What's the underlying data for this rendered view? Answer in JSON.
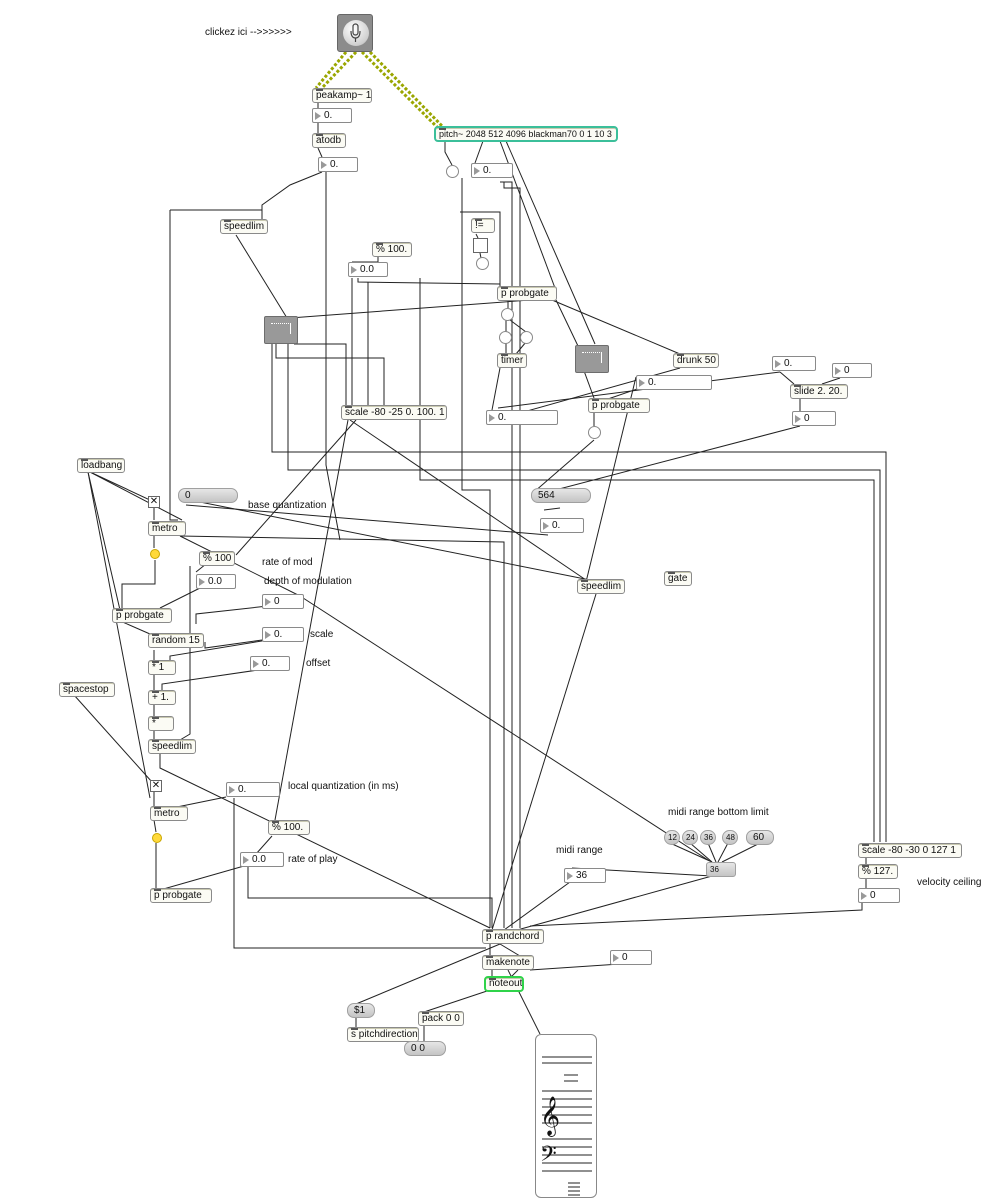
{
  "comments": {
    "click_here": "clickez ici -->>>>>>",
    "base_quantization": "base quantization",
    "rate_of_mod": "rate of mod",
    "depth_of_modulation": "depth of modulation",
    "scale": "scale",
    "offset": "offset",
    "local_quantization": "local quantization (in ms)",
    "rate_of_play": "rate of play",
    "midi_range_bottom_limit": "midi range bottom limit",
    "midi_range": "midi range",
    "velocity_ceiling": "velocity ceiling"
  },
  "objects": {
    "peakamp": "peakamp~ 1",
    "atodb": "atodb",
    "pitch": "pitch~ 2048 512 4096 blackman70 0 1 10 3",
    "speedlim_top": "speedlim",
    "mod_100_top": "% 100.",
    "neq": "!=",
    "probgate_mid": "p probgate",
    "timer": "timer",
    "drunk": "drunk 50",
    "probgate_right": "p probgate",
    "slide": "slide 2. 20.",
    "scale_main": "scale -80 -25 0. 100. 1",
    "loadbang": "loadbang",
    "metro_top": "metro",
    "mod_100_left": "% 100",
    "probgate_left": "p probgate",
    "random": "random 15",
    "mul": "* 1",
    "add": "+ 1.",
    "star": "*",
    "speedlim_left": "speedlim",
    "spacestop": "spacestop",
    "metro_bottom": "metro",
    "mod_100_bottom": "% 100.",
    "probgate_bottom": "p probgate",
    "speedlim_center": "speedlim",
    "gate": "gate",
    "scale_velocity": "scale -80 -30 0 127 1",
    "mod_127": "% 127.",
    "randchord": "p randchord",
    "makenote": "makenote",
    "noteout": "noteout",
    "pack": "pack 0 0",
    "send_pitchdirection": "s pitchdirection"
  },
  "numbers": {
    "peakamp_out": "0.",
    "atodb_out": "0.",
    "pitch_out": "0.",
    "mod_top_out": "0.0",
    "timer_out": "0.",
    "probgate_right_in": "0.",
    "drunk_out": "0.",
    "slide_in": "0",
    "slide_out": "0",
    "after_564": "0.",
    "mod_left_out": "0.0",
    "depth": "0",
    "scale_val": "0.",
    "offset_val": "0.",
    "local_quant": "0.",
    "rate_play": "0.0",
    "midi_range": "36",
    "velocity": "0",
    "makenote_dur": "0"
  },
  "messages": {
    "base_quant": "0",
    "val_564": "564",
    "midi_12": "12",
    "midi_24": "24",
    "midi_36": "36",
    "midi_48": "48",
    "midi_60": "60",
    "midi_selected": "36",
    "dollar1": "$1",
    "pack_out": "0 0"
  },
  "icons": {
    "toggle_mark": "✕"
  },
  "colors": {
    "pitch_border": "#3bbf9a",
    "noteout_border": "#2fd34a",
    "audio_cord": "#9aa600",
    "bang_active": "#ffd93a"
  }
}
